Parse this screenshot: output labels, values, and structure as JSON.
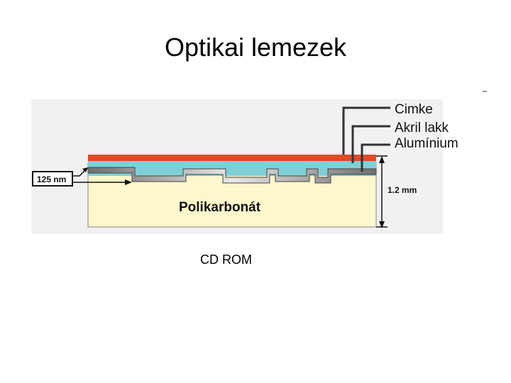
{
  "slide": {
    "title": "Optikai lemezek",
    "caption": "CD ROM"
  },
  "diagram": {
    "layers": {
      "label": "Cimke",
      "lacquer": "Akril lakk",
      "aluminium": "Alumínium",
      "substrate": "Polikarbonát"
    },
    "pit_depth": "125 nm",
    "thickness": "1.2 mm",
    "colors": {
      "label_layer": "#e04a28",
      "lacquer_layer": "#7fd0d6",
      "aluminium_layer": "#8a8a8a",
      "substrate": "#fdf7cc",
      "background_panel": "#f2f2f2"
    }
  }
}
